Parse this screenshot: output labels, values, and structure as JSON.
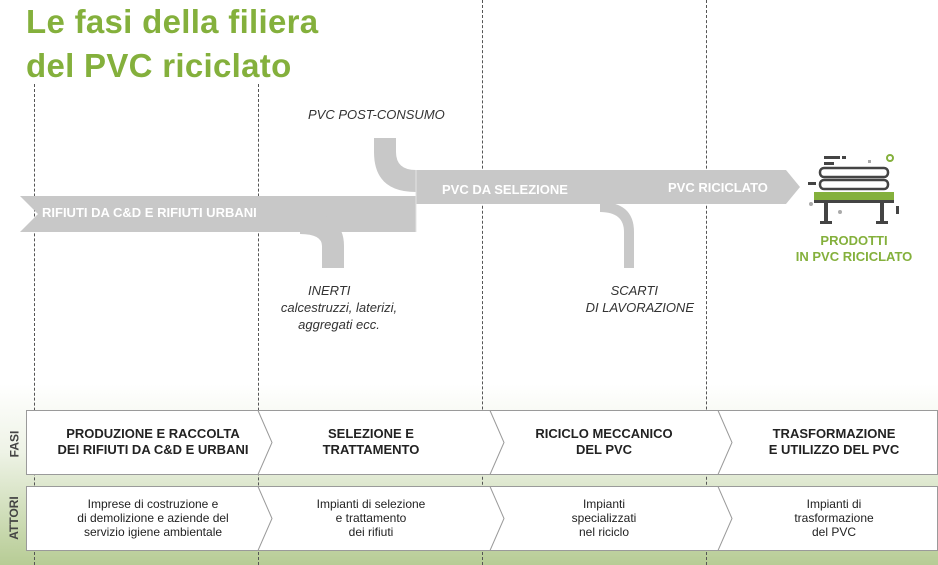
{
  "title": {
    "line1": "Le fasi della filiera",
    "line2": "del PVC riciclato"
  },
  "flows": {
    "main_left": "RIFIUTI DA C&D E RIFIUTI URBANI",
    "main_middle": "PVC DA SELEZIONE",
    "main_right": "PVC RICICLATO",
    "input_top": "PVC POST-CONSUMO"
  },
  "notes": {
    "inerti_title": "INERTI",
    "inerti_detail_1": "calcestruzzi, laterizi,",
    "inerti_detail_2": "aggregati ecc.",
    "scarti_1": "SCARTI",
    "scarti_2": "DI LAVORAZIONE"
  },
  "products": {
    "line1": "PRODOTTI",
    "line2": "IN PVC RICICLATO",
    "icon": "bench-icon"
  },
  "rows": {
    "phases_label": "FASI",
    "actors_label": "ATTORI"
  },
  "phases": [
    {
      "line1": "PRODUZIONE E RACCOLTA",
      "line2": "DEI RIFIUTI DA C&D E URBANI"
    },
    {
      "line1": "SELEZIONE E",
      "line2": "TRATTAMENTO"
    },
    {
      "line1": "RICICLO MECCANICO",
      "line2": "DEL PVC"
    },
    {
      "line1": "TRASFORMAZIONE",
      "line2": "E UTILIZZO DEL PVC"
    }
  ],
  "actors": [
    {
      "line1": "Imprese di costruzione e",
      "line2": "di demolizione e aziende del",
      "line3": "servizio igiene ambientale"
    },
    {
      "line1": "Impianti di selezione",
      "line2": "e trattamento",
      "line3": "dei rifiuti"
    },
    {
      "line1": "Impianti",
      "line2": "specializzati",
      "line3": "nel riciclo"
    },
    {
      "line1": "Impianti di",
      "line2": "trasformazione",
      "line3": "del PVC"
    }
  ],
  "colors": {
    "brand_green": "#84b03c",
    "arrow_gray": "#c8c8c8",
    "box_border": "#9a9a9a"
  }
}
